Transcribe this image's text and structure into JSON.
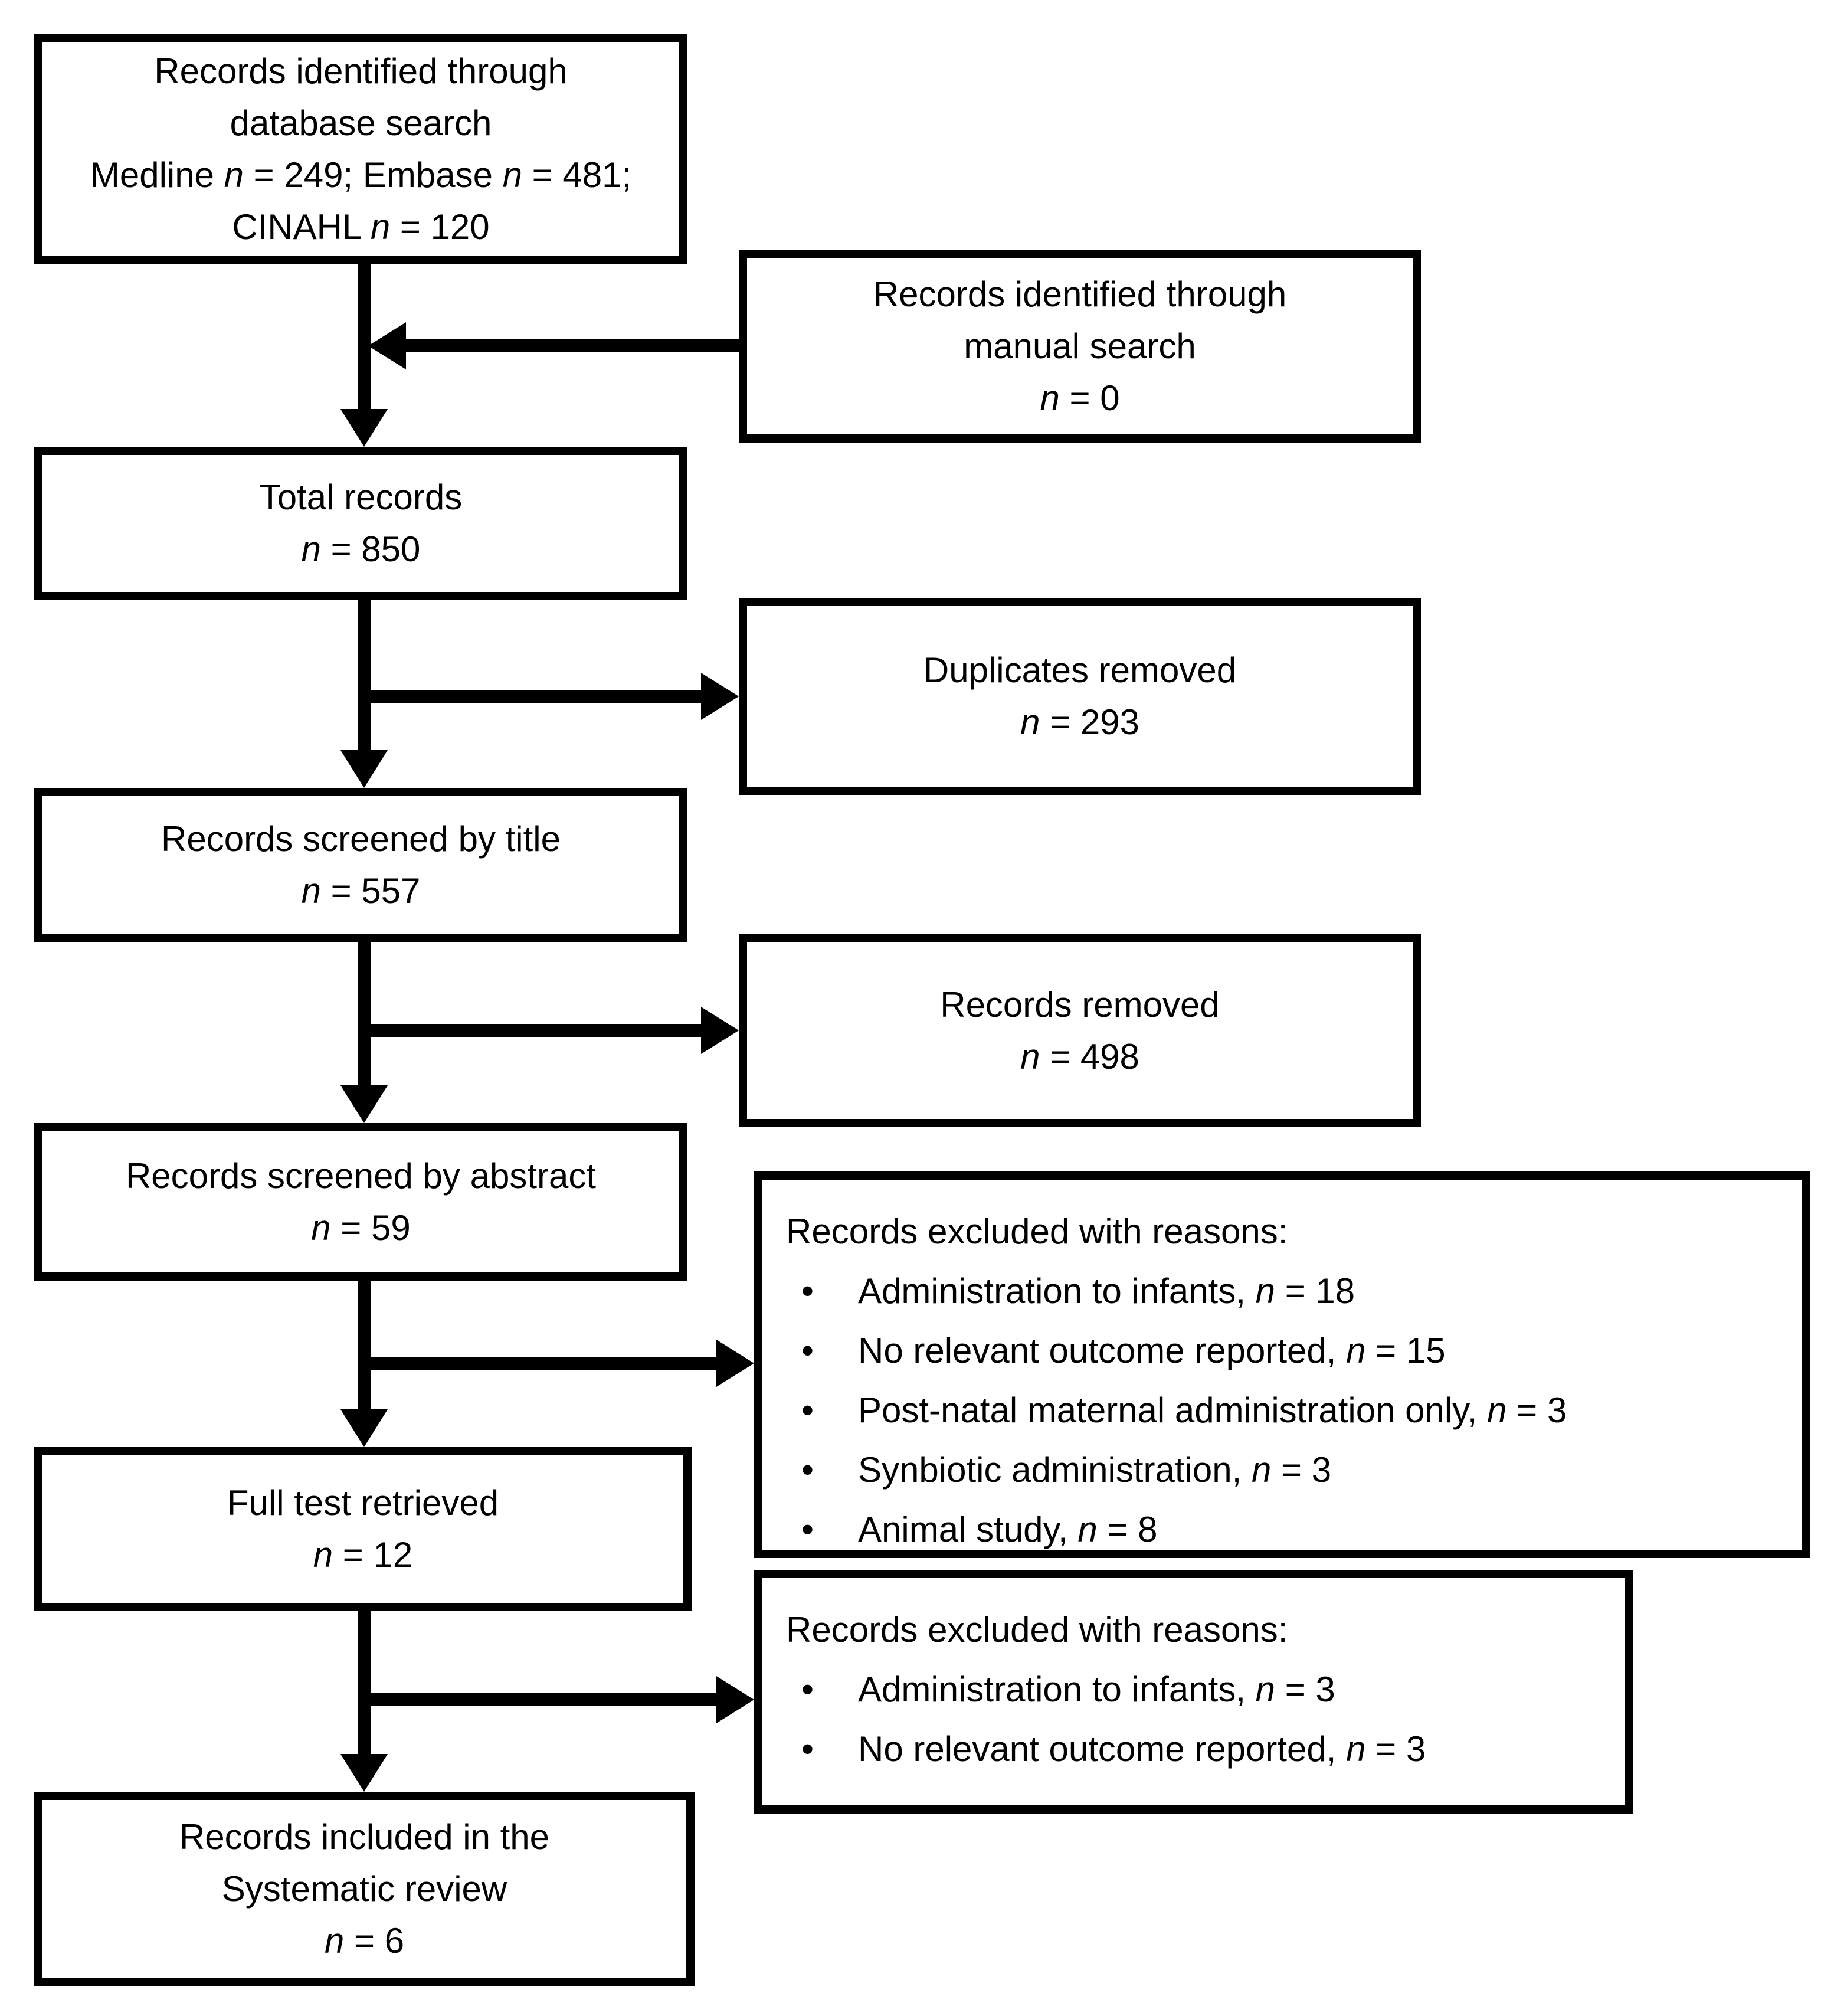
{
  "diagram": {
    "type": "prisma-flowchart",
    "colors": {
      "border": "#000000",
      "background": "#ffffff",
      "text": "#000000"
    },
    "boxes": [
      {
        "id": "db-search",
        "lines": [
          "Records identified through",
          "database search",
          "Medline n = 249; Embase n = 481;",
          "CINAHL n = 120"
        ]
      },
      {
        "id": "manual-search",
        "lines": [
          "Records identified through",
          "manual search",
          "n = 0"
        ]
      },
      {
        "id": "total-records",
        "lines": [
          "Total records",
          "n = 850"
        ]
      },
      {
        "id": "duplicates-removed",
        "lines": [
          "Duplicates removed",
          "n = 293"
        ]
      },
      {
        "id": "screened-by-title",
        "lines": [
          "Records screened by title",
          "n = 557"
        ]
      },
      {
        "id": "records-removed",
        "lines": [
          "Records removed",
          "n = 498"
        ]
      },
      {
        "id": "screened-by-abstract",
        "lines": [
          "Records screened by abstract",
          "n = 59"
        ]
      },
      {
        "id": "excluded-after-abstract",
        "header": "Records excluded with reasons:",
        "bullets": [
          "Administration to infants, n = 18",
          "No relevant outcome reported, n = 15",
          "Post-natal maternal administration only, n = 3",
          "Synbiotic administration, n = 3",
          "Animal study, n = 8"
        ]
      },
      {
        "id": "full-text-retrieved",
        "lines": [
          "Full test retrieved",
          "n = 12"
        ]
      },
      {
        "id": "excluded-after-fulltext",
        "header": "Records excluded with reasons:",
        "bullets": [
          "Administration to infants, n = 3",
          "No relevant outcome reported, n = 3"
        ]
      },
      {
        "id": "included-systematic-review",
        "lines": [
          "Records included in the",
          "Systematic review",
          "n = 6"
        ]
      }
    ],
    "connections": [
      {
        "from": "db-search",
        "to": "total-records"
      },
      {
        "from": "manual-search",
        "to": "db-search-flow"
      },
      {
        "from": "total-records",
        "to": "screened-by-title",
        "branch": "duplicates-removed"
      },
      {
        "from": "screened-by-title",
        "to": "screened-by-abstract",
        "branch": "records-removed"
      },
      {
        "from": "screened-by-abstract",
        "to": "full-text-retrieved",
        "branch": "excluded-after-abstract"
      },
      {
        "from": "full-text-retrieved",
        "to": "included-systematic-review",
        "branch": "excluded-after-fulltext"
      }
    ]
  }
}
